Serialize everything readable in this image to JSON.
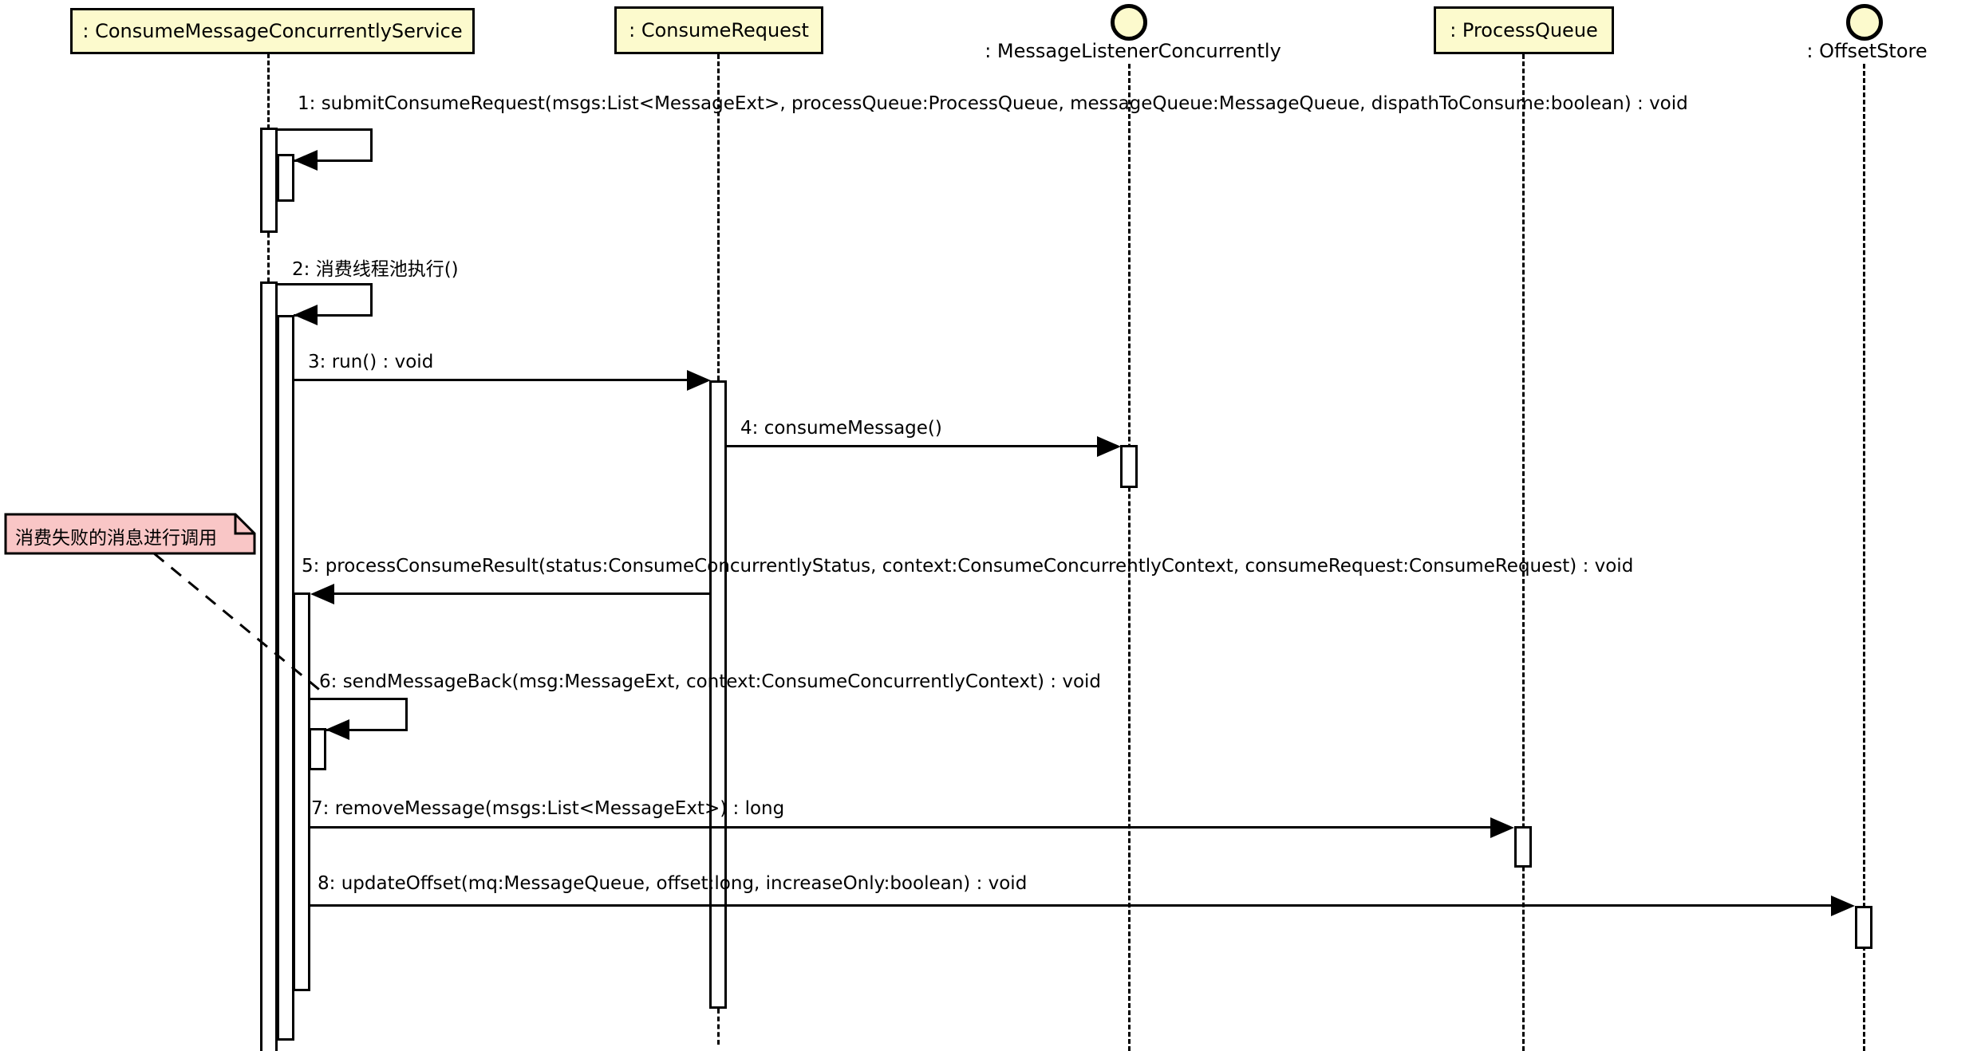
{
  "diagram": {
    "kind": "uml-sequence-diagram",
    "participants": [
      {
        "id": "service",
        "label": ": ConsumeMessageConcurrentlyService",
        "shape": "box"
      },
      {
        "id": "consume-request",
        "label": ": ConsumeRequest",
        "shape": "box"
      },
      {
        "id": "listener",
        "label": ": MessageListenerConcurrently",
        "shape": "circle"
      },
      {
        "id": "process-queue",
        "label": ": ProcessQueue",
        "shape": "box"
      },
      {
        "id": "offset-store",
        "label": ": OffsetStore",
        "shape": "circle"
      }
    ],
    "messages": [
      {
        "label": "1: submitConsumeRequest(msgs:List<MessageExt>, processQueue:ProcessQueue, messageQueue:MessageQueue, dispathToConsume:boolean) : void",
        "from": "service",
        "to": "service",
        "kind": "self"
      },
      {
        "label": "2: 消费线程池执行()",
        "from": "service",
        "to": "service",
        "kind": "self"
      },
      {
        "label": "3: run() : void",
        "from": "service",
        "to": "consume-request",
        "kind": "call"
      },
      {
        "label": "4: consumeMessage()",
        "from": "consume-request",
        "to": "listener",
        "kind": "call"
      },
      {
        "label": "5: processConsumeResult(status:ConsumeConcurrentlyStatus, context:ConsumeConcurrentlyContext, consumeRequest:ConsumeRequest) : void",
        "from": "consume-request",
        "to": "service",
        "kind": "call"
      },
      {
        "label": "6: sendMessageBack(msg:MessageExt, context:ConsumeConcurrentlyContext) : void",
        "from": "service",
        "to": "service",
        "kind": "self"
      },
      {
        "label": "7: removeMessage(msgs:List<MessageExt>) : long",
        "from": "service",
        "to": "process-queue",
        "kind": "call"
      },
      {
        "label": "8: updateOffset(mq:MessageQueue, offset:long, increaseOnly:boolean) : void",
        "from": "service",
        "to": "offset-store",
        "kind": "call"
      }
    ],
    "note": {
      "text": "消费失败的消息进行调用",
      "attached_to": "6: sendMessageBack"
    },
    "colors": {
      "participant_fill": "#FCFACD",
      "note_fill": "#F9C6C6",
      "stroke": "#000000",
      "background": "#FFFFFF"
    }
  }
}
